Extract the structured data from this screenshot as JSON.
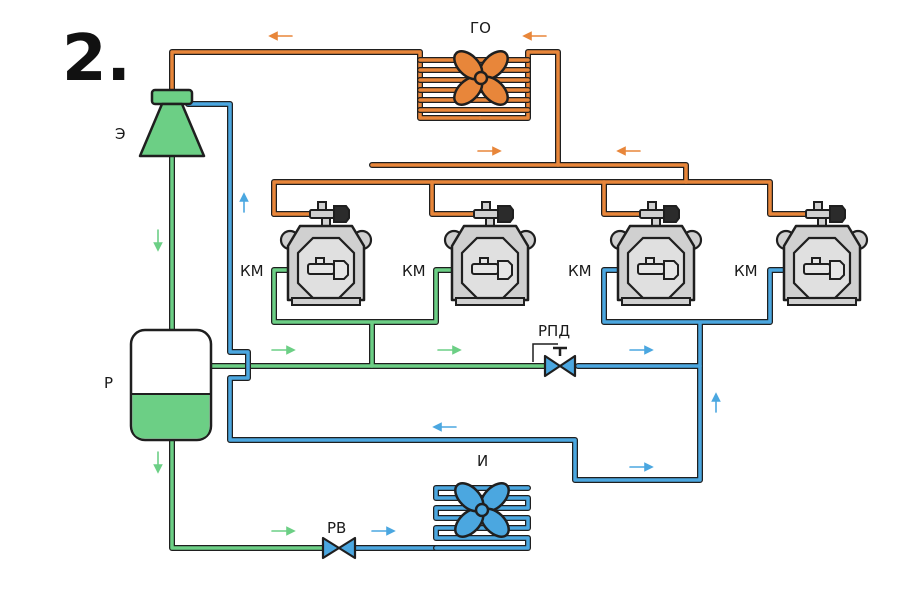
{
  "figure_number": "2.",
  "labels": {
    "condenser": "ГО",
    "separator": "Э",
    "receiver": "Р",
    "evaporator": "И",
    "expansion_valve": "РВ",
    "pressure_valve": "РПД",
    "compressors": [
      "КМ",
      "КМ",
      "КМ",
      "КМ"
    ]
  },
  "colors": {
    "hot_gas": "#e8863a",
    "liquid": "#6ccf85",
    "suction": "#4ba7e0",
    "machine": "#d0d0d0",
    "outline": "#1f1f1f"
  },
  "icons": {
    "condenser_fan": "fan-icon",
    "evaporator_fan": "fan-icon",
    "valves": "valve-icon"
  }
}
